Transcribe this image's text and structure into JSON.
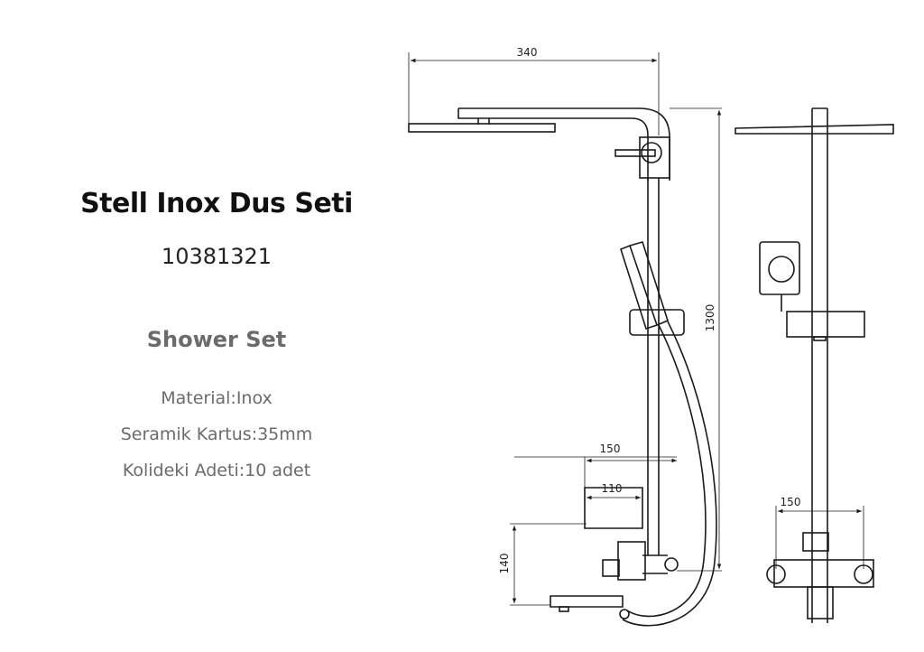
{
  "product": {
    "title": "Stell Inox Dus Seti",
    "code": "10381321",
    "subtitle": "Shower Set",
    "specs": [
      "Material:Inox",
      "Seramik Kartus:35mm",
      "Kolideki Adeti:10 adet"
    ]
  },
  "dimensions": {
    "head_width": "340",
    "height": "1300",
    "spout_outer": "150",
    "spout_inner": "110",
    "mixer_height": "140",
    "side_spacing": "150"
  },
  "colors": {
    "line": "#1a1a1a",
    "text_dark": "#111111",
    "text_gray": "#6b6b6b"
  }
}
